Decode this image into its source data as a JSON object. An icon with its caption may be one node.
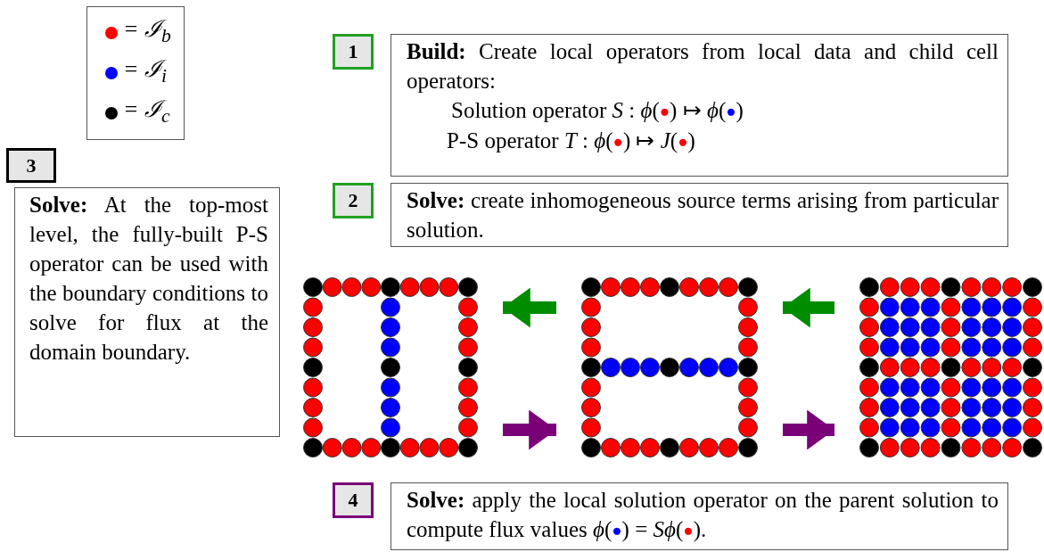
{
  "diagram": {
    "nodes": [
      {
        "text": [
          "1"
        ]
      },
      {
        "text": [
          "**Build:** Create local operators from local data and child cell operators:",
          "Solution operator *S* : *ϕ*(●) ↦ *ϕ*(●)",
          "P-S operator *T* : *ϕ*(●) ↦ *J*(●)"
        ]
      },
      {
        "text": [
          "2"
        ]
      },
      {
        "text": [
          "**Solve:** create inhomogeneous source terms arising from particular solution."
        ]
      },
      {
        "text": [
          "3"
        ]
      },
      {
        "text": [
          "**Solve:** At the top-most level, the fully-built P-S operator can be used with the boundary conditions to solve for flux at the domain boundary."
        ]
      },
      {
        "text": [],
        "shape": "picture"
      },
      {
        "text": [],
        "shape": "picture"
      },
      {
        "text": [],
        "shape": "picture"
      },
      {
        "text": [
          "4"
        ]
      },
      {
        "text": [
          "**Solve:** apply the local solution operator on the parent solution to compute flux values *ϕ*(●) = *Sϕ*(●)."
        ]
      }
    ],
    "edges": [
      {
        "from": 7,
        "to": 6,
        "arrow": "to",
        "color": "#008c00"
      },
      {
        "from": 8,
        "to": 7,
        "arrow": "to",
        "color": "#008c00"
      },
      {
        "from": 6,
        "to": 7,
        "arrow": "to",
        "color": "#7a0078"
      },
      {
        "from": 7,
        "to": 8,
        "arrow": "to",
        "color": "#7a0078"
      }
    ],
    "legend": [
      {
        "text": "= ℐ$_{b}$",
        "color": "#ff0000"
      },
      {
        "text": "= ℐ$_{i}$",
        "color": "#0000ff"
      },
      {
        "text": "= ℐ$_{c}$",
        "color": "#000000"
      }
    ]
  }
}
